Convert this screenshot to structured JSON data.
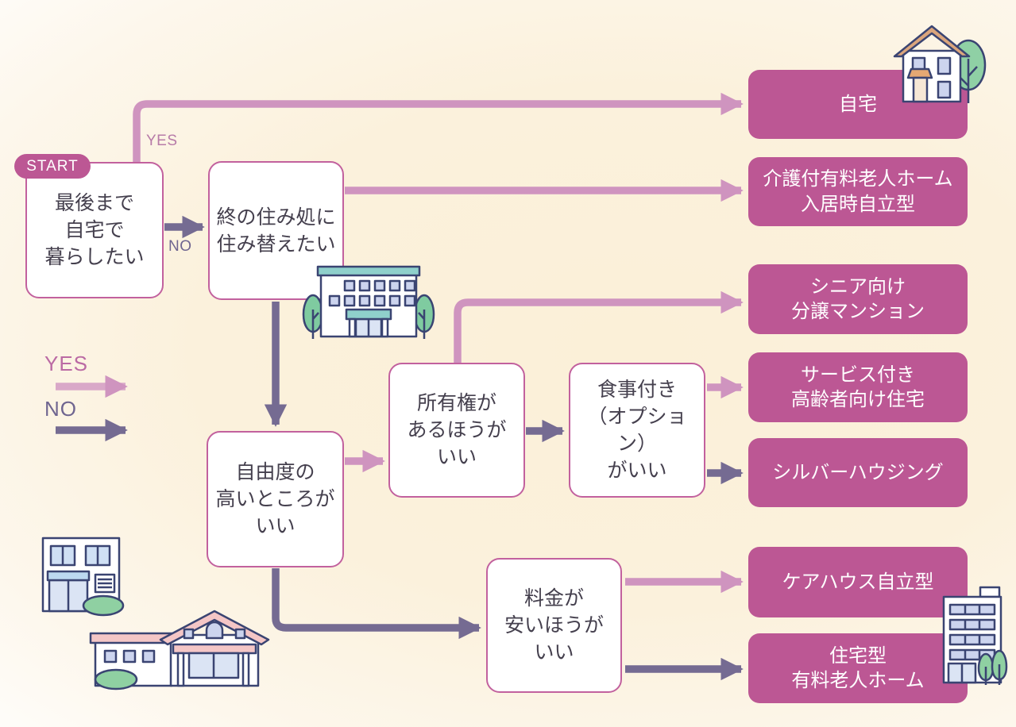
{
  "start_badge": "START",
  "legend": {
    "yes": "YES",
    "no": "NO"
  },
  "edge_labels": {
    "start_yes": "YES",
    "start_no": "NO"
  },
  "decisions": {
    "q1": "最後まで\n自宅で\n暮らしたい",
    "q2": "終の住み処に\n住み替えたい",
    "q3": "自由度の\n高いところが\nいい",
    "q4": "所有権が\nあるほうが\nいい",
    "q5": "食事付き\n（オプション）\nがいい",
    "q6": "料金が\n安いほうが\nいい"
  },
  "results": {
    "home": "自宅",
    "kaigo_home": "介護付有料老人ホーム\n入居時自立型",
    "senior_mansion": "シニア向け\n分譲マンション",
    "service_housing": "サービス付き\n高齢者向け住宅",
    "silver_housing": "シルバーハウジング",
    "care_house": "ケアハウス自立型",
    "jutaku_home": "住宅型\n有料老人ホーム"
  },
  "edges": [
    {
      "from": "q1",
      "answer": "YES",
      "to": "home"
    },
    {
      "from": "q1",
      "answer": "NO",
      "to": "q2"
    },
    {
      "from": "q2",
      "answer": "YES",
      "to": "kaigo_home"
    },
    {
      "from": "q2",
      "answer": "NO",
      "to": "q3"
    },
    {
      "from": "q3",
      "answer": "YES",
      "to": "q4"
    },
    {
      "from": "q3",
      "answer": "NO",
      "to": "q6"
    },
    {
      "from": "q4",
      "answer": "YES",
      "to": "senior_mansion"
    },
    {
      "from": "q4",
      "answer": "NO",
      "to": "q5"
    },
    {
      "from": "q5",
      "answer": "YES",
      "to": "service_housing"
    },
    {
      "from": "q5",
      "answer": "NO",
      "to": "silver_housing"
    },
    {
      "from": "q6",
      "answer": "YES",
      "to": "care_house"
    },
    {
      "from": "q6",
      "answer": "NO",
      "to": "jutaku_home"
    }
  ],
  "colors": {
    "yes_arrow": "#cf94bf",
    "no_arrow": "#756b92",
    "result_bg": "#bc5794",
    "decision_border": "#c2619e",
    "background_cream": "#fbf0d8",
    "text_dark": "#45404e"
  },
  "icons": [
    "house-icon",
    "school-building-icon",
    "shop-building-icon",
    "large-house-icon",
    "tower-building-icon"
  ]
}
